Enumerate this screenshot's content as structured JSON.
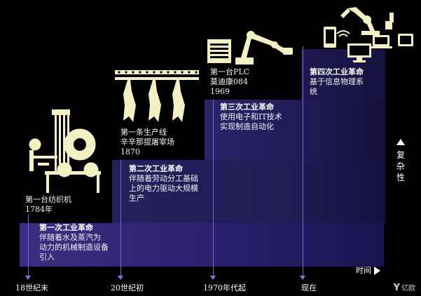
{
  "eras": [
    {
      "label": "18世纪末"
    },
    {
      "label": "20世纪初"
    },
    {
      "label": "1970年代起"
    },
    {
      "label": "现在"
    }
  ],
  "captions": {
    "loom": [
      "第一台纺织机",
      "1784年"
    ],
    "production_line": [
      "第一条生产线",
      "辛辛那提屠宰场",
      "1870"
    ],
    "plc": [
      "第一台PLC",
      "莫迪康084",
      "1969"
    ]
  },
  "revolutions": [
    {
      "title": "第一次工业革命",
      "lines": [
        "伴随着水及蒸汽为",
        "动力的机械制造设备",
        "引入"
      ]
    },
    {
      "title": "第二次工业革命",
      "lines": [
        "伴随着劳动分工基础",
        "上的电力驱动大规模",
        "生产"
      ]
    },
    {
      "title": "第三次工业革命",
      "lines": [
        "使用电子和IT技术",
        "实现制造自动化"
      ]
    },
    {
      "title": "第四次工业革命",
      "lines": [
        "基于信息物理系",
        "统"
      ]
    }
  ],
  "axes": {
    "time": "时间",
    "complexity": [
      "复",
      "杂",
      "性"
    ]
  },
  "logo": {
    "text": "亿欧"
  },
  "colors": {
    "background": "#000000",
    "band": "#2c2270",
    "line": "#7a62d8",
    "illustration": "#f3f0c4"
  },
  "icons": [
    "loom-icon",
    "hanging-carcass-line-icon",
    "robot-arm-plc-icon",
    "robot-arm-devices-icon",
    "wifi-icon",
    "smartphone-icon",
    "laptop-icon",
    "monitor-icon"
  ]
}
